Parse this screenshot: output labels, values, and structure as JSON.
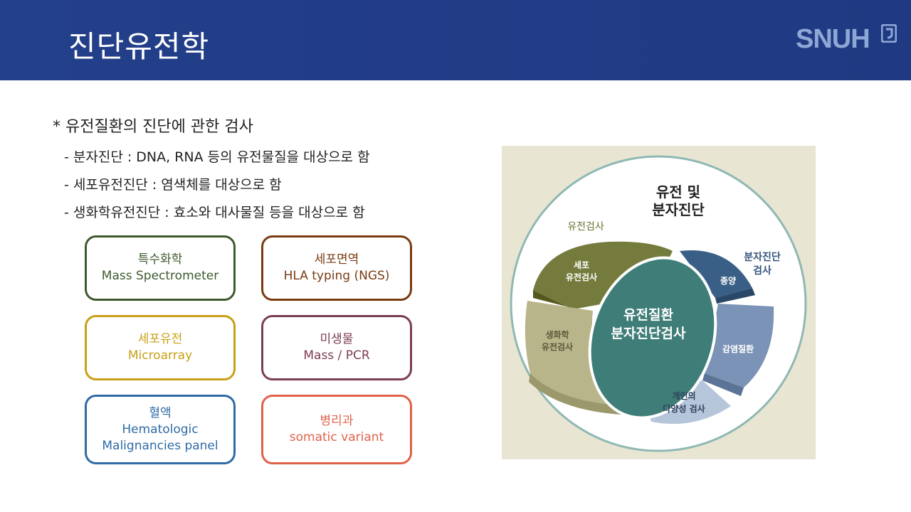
{
  "header": {
    "title": "진단유전학",
    "logo": "SNUH"
  },
  "bullets": {
    "main": "* 유전질환의 진단에 관한 검사",
    "items": [
      "- 분자진단 : DNA, RNA 등의 유전물질을 대상으로 함",
      "- 세포유전진단 : 염색체를 대상으로 함",
      "- 생화학유전진단 : 효소와 대사물질 등을 대상으로 함"
    ]
  },
  "boxes": [
    {
      "line1": "특수화학",
      "line2": "Mass Spectrometer",
      "line3": "",
      "color": "#3d5a2e"
    },
    {
      "line1": "세포면역",
      "line2": "HLA typing (NGS)",
      "line3": "",
      "color": "#7a3b12"
    },
    {
      "line1": "세포유전",
      "line2": "Microarray",
      "line3": "",
      "color": "#c8a018"
    },
    {
      "line1": "미생물",
      "line2": "Mass / PCR",
      "line3": "",
      "color": "#7c3e52"
    },
    {
      "line1": "혈액",
      "line2": "Hematologic",
      "line3": "Malignancies panel",
      "color": "#2f6aa6"
    },
    {
      "line1": "병리과",
      "line2": "somatic variant",
      "line3": "",
      "color": "#e0614a"
    }
  ],
  "figure": {
    "top_title_1": "유전 및",
    "top_title_2": "분자진단",
    "label_genetic_test": "유전검사",
    "label_molecular_test_1": "분자진단",
    "label_molecular_test_2": "검사",
    "seg_cell_1": "세포",
    "seg_cell_2": "유전검사",
    "seg_biochem_1": "생화학",
    "seg_biochem_2": "유전검사",
    "seg_tumor": "종양",
    "seg_infection": "감염질환",
    "seg_diversity_1": "개인의",
    "seg_diversity_2": "다양성 검사",
    "center_1": "유전질환",
    "center_2": "분자진단검사"
  }
}
